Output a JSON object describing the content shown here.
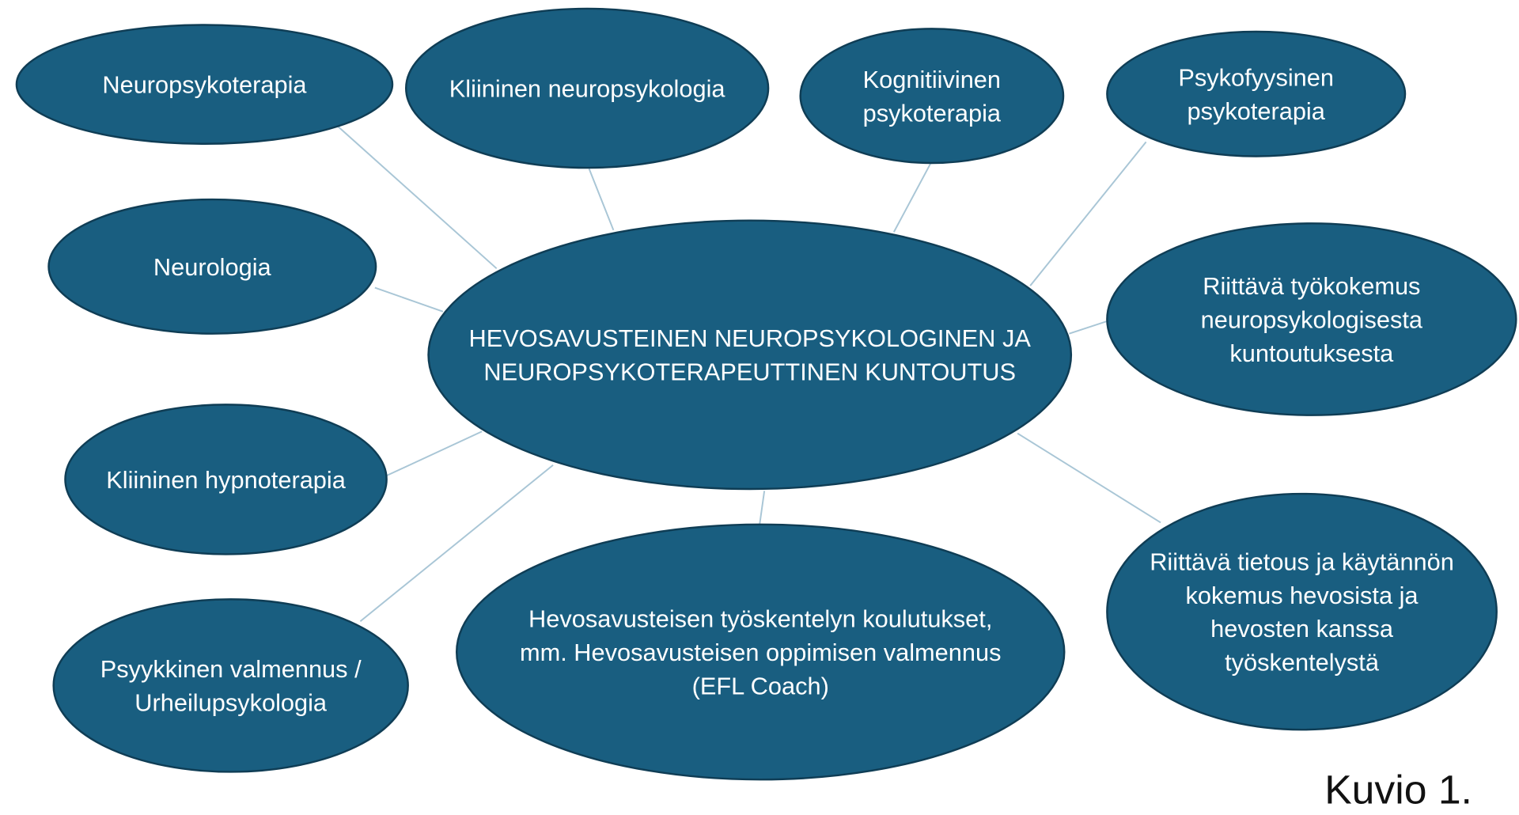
{
  "center": {
    "lines": [
      "HEVOSAVUSTEINEN NEUROPSYKOLOGINEN JA",
      "NEUROPSYKOTERAPEUTTINEN KUNTOUTUS"
    ]
  },
  "nodes": [
    {
      "id": "neuropsykoterapia",
      "lines": [
        "Neuropsykoterapia"
      ]
    },
    {
      "id": "kliininen-neuropsykologia",
      "lines": [
        "Kliininen neuropsykologia"
      ]
    },
    {
      "id": "kognitiivinen-psykoterapia",
      "lines": [
        "Kognitiivinen",
        "psykoterapia"
      ]
    },
    {
      "id": "psykofyysinen-psykoterapia",
      "lines": [
        "Psykofyysinen",
        "psykoterapia"
      ]
    },
    {
      "id": "neurologia",
      "lines": [
        "Neurologia"
      ]
    },
    {
      "id": "tyokokemus",
      "lines": [
        "Riittävä työkokemus",
        "neuropsykologisesta",
        "kuntoutuksesta"
      ]
    },
    {
      "id": "kliininen-hypnoterapia",
      "lines": [
        "Kliininen hypnoterapia"
      ]
    },
    {
      "id": "hevosavusteiset-koulutukset",
      "lines": [
        "Hevosavusteisen työskentelyn koulutukset,",
        "mm. Hevosavusteisen oppimisen valmennus",
        "(EFL Coach)"
      ]
    },
    {
      "id": "hevostietous",
      "lines": [
        "Riittävä tietous ja käytännön",
        "kokemus hevosista ja",
        "hevosten kanssa",
        "työskentelystä"
      ]
    },
    {
      "id": "psyykkinen-valmennus",
      "lines": [
        "Psyykkinen valmennus /",
        "Urheilupsykologia"
      ]
    }
  ],
  "caption": "Kuvio 1.",
  "colors": {
    "node_fill": "#195e80",
    "edge": "#a9c6d6"
  }
}
